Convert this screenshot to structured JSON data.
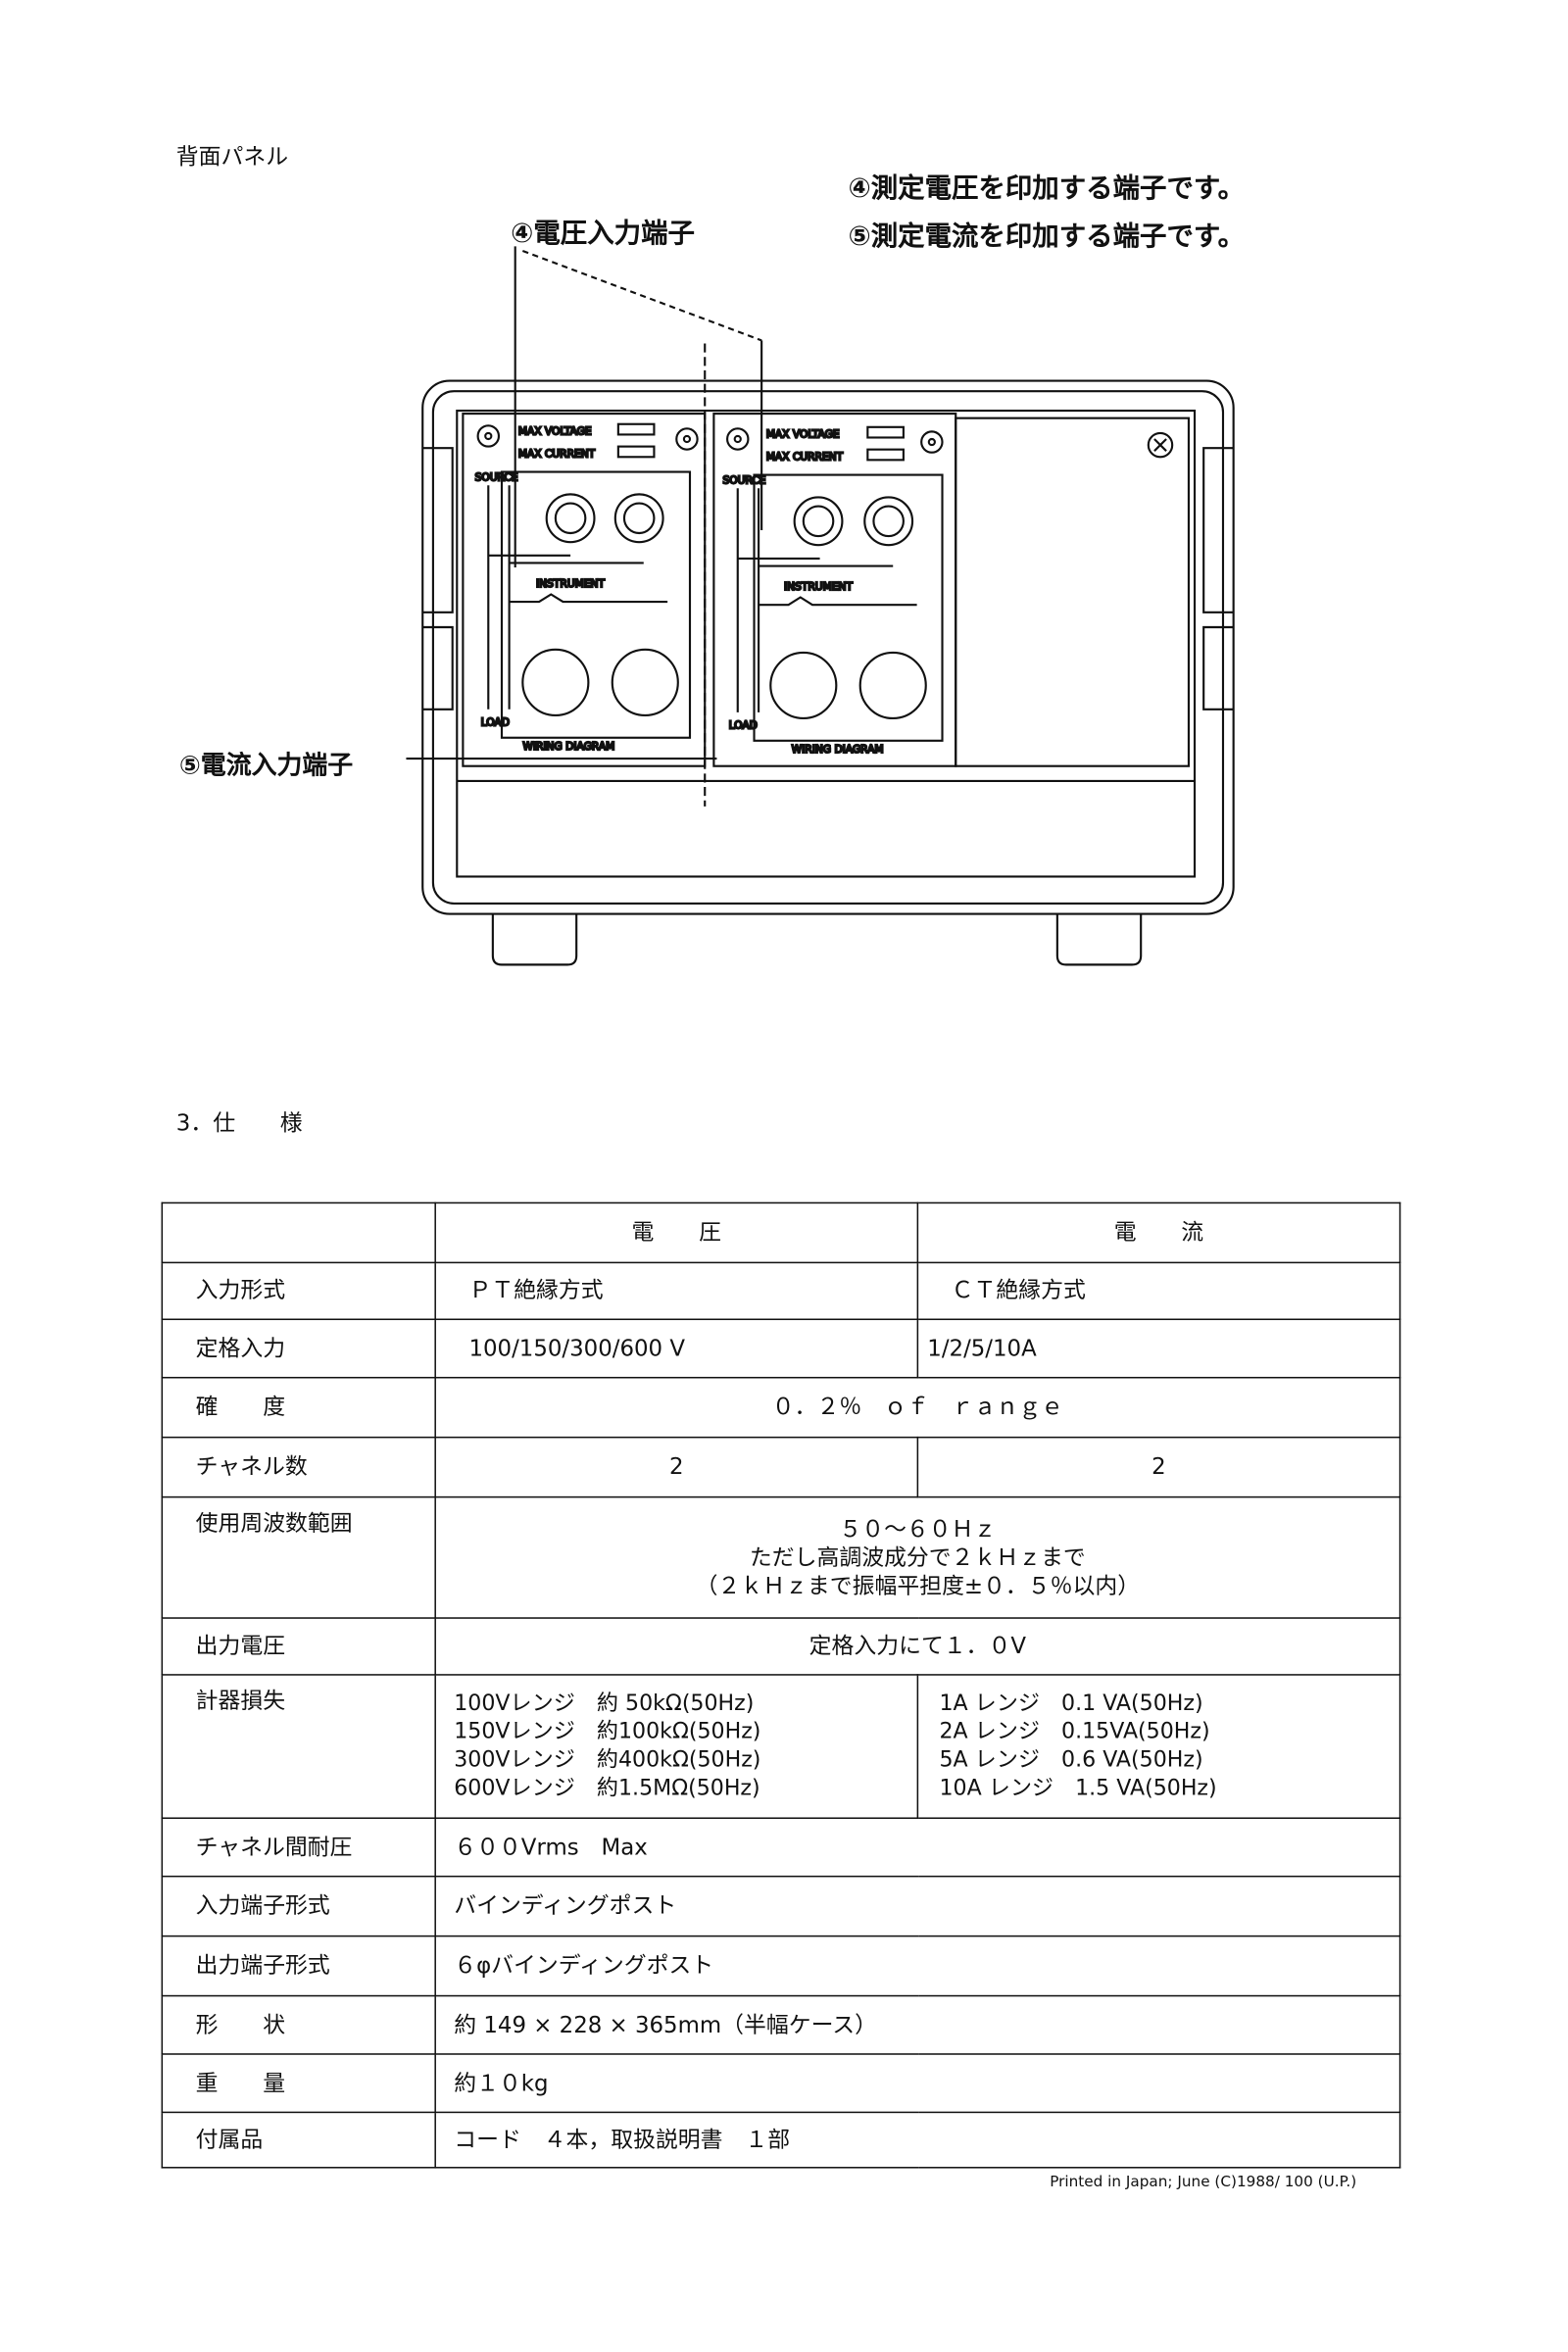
{
  "header": {
    "section_title": "背面パネル",
    "note_4": "④測定電圧を印加する端子です。",
    "note_5": "⑤測定電流を印加する端子です。",
    "label_4": "④電圧入力端子",
    "label_5": "⑤電流入力端子"
  },
  "panel": {
    "max_voltage": "MAX VOLTAGE",
    "max_current": "MAX CURRENT",
    "source": "SOURCE",
    "instrument": "INSTRUMENT",
    "load": "LOAD",
    "wiring_diagram": "WIRING DIAGRAM"
  },
  "spec": {
    "title": "3．仕　　様",
    "headers": [
      "",
      "電　　圧",
      "電　　流"
    ],
    "rows": [
      {
        "label": "入力形式",
        "voltage": "ＰＴ絶縁方式",
        "current": "ＣＴ絶縁方式"
      },
      {
        "label": "定格入力",
        "voltage": "100/150/300/600 V",
        "current": "1/2/5/10A"
      },
      {
        "label": "確　　度",
        "value": "０．２％　ｏｆ　ｒａｎｇｅ"
      },
      {
        "label": "チャネル数",
        "voltage": "2",
        "current": "2"
      },
      {
        "label": "使用周波数範囲",
        "lines": [
          "５０～６０Ｈｚ",
          "ただし高調波成分で２ｋＨｚまで",
          "（２ｋＨｚまで振幅平担度±０．５％以内）"
        ]
      },
      {
        "label": "出力電圧",
        "value": "定格入力にて１．０V"
      },
      {
        "label": "計器損失",
        "voltage_lines": [
          "100Vレンジ　約 50kΩ(50Hz)",
          "150Vレンジ　約100kΩ(50Hz)",
          "300Vレンジ　約400kΩ(50Hz)",
          "600Vレンジ　約1.5MΩ(50Hz)"
        ],
        "current_lines": [
          "1A レンジ　0.1 VA(50Hz)",
          "2A レンジ　0.15VA(50Hz)",
          "5A レンジ　0.6 VA(50Hz)",
          "10A レンジ　1.5 VA(50Hz)"
        ]
      },
      {
        "label": "チャネル間耐圧",
        "value": "６００Vrms　Max"
      },
      {
        "label": "入力端子形式",
        "value": "バインディングポスト"
      },
      {
        "label": "出力端子形式",
        "value": "６φバインディングポスト"
      },
      {
        "label": "形　　状",
        "value": "約 149 × 228 × 365mm（半幅ケース）"
      },
      {
        "label": "重　　量",
        "value": "約１０kg"
      },
      {
        "label": "付属品",
        "value": "コード　４本，取扱説明書　１部"
      }
    ]
  },
  "footer": {
    "printed": "Printed in Japan; June (C)1988/ 100 (U.P.)"
  }
}
